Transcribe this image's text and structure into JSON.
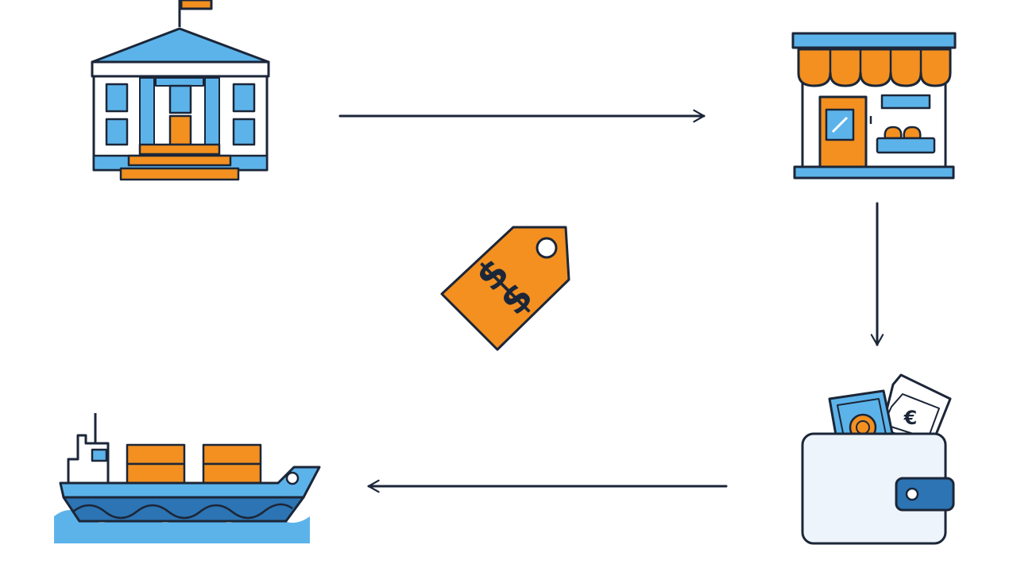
{
  "diagram": {
    "nodes": [
      {
        "id": "bank",
        "icon": "bank-building-icon"
      },
      {
        "id": "store",
        "icon": "storefront-icon"
      },
      {
        "id": "wallet",
        "icon": "wallet-icon"
      },
      {
        "id": "ship",
        "icon": "cargo-ship-icon"
      }
    ],
    "center_icon": "price-tag-icon",
    "edges": [
      {
        "from": "bank",
        "to": "store",
        "direction": "right"
      },
      {
        "from": "store",
        "to": "wallet",
        "direction": "down"
      },
      {
        "from": "wallet",
        "to": "ship",
        "direction": "left"
      }
    ],
    "tag": {
      "symbols": [
        "$",
        "$"
      ]
    },
    "wallet": {
      "cash_symbols": [
        "€"
      ]
    }
  },
  "colors": {
    "outline": "#1b2638",
    "blue": "#5cb3ea",
    "dark_blue": "#2c74b3",
    "orange": "#f39020",
    "light": "#eef4fb",
    "white": "#ffffff"
  }
}
